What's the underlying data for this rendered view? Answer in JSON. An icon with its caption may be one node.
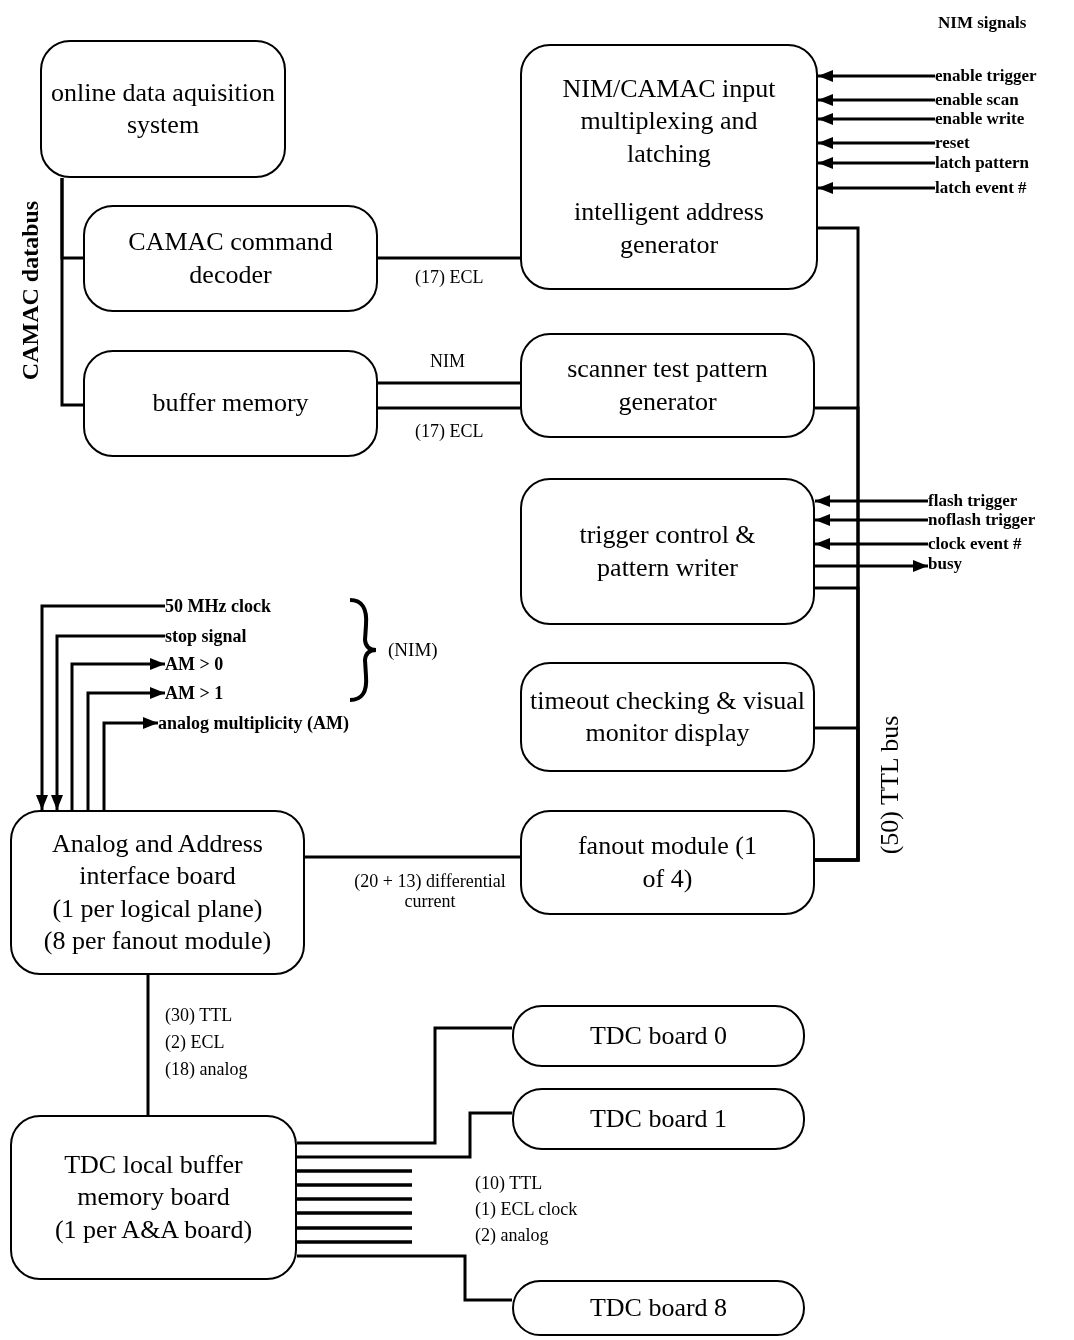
{
  "diagram": {
    "nodes": [
      {
        "text": [
          "online data aquisition system"
        ]
      },
      {
        "text": [
          "CAMAC command decoder"
        ]
      },
      {
        "text": [
          "buffer memory"
        ]
      },
      {
        "text": [
          "NIM/CAMAC input multiplexing and latching",
          "intelligent address generator"
        ]
      },
      {
        "text": [
          "scanner test pattern generator"
        ]
      },
      {
        "text": [
          "trigger control & pattern writer"
        ]
      },
      {
        "text": [
          "timeout checking & visual monitor display"
        ]
      },
      {
        "text": [
          "fanout module (1 of 4)"
        ]
      },
      {
        "text": [
          "Analog and Address interface board",
          "(1 per logical plane)",
          "(8 per fanout module)"
        ]
      },
      {
        "text": [
          "TDC local buffer memory board",
          "(1 per A&A board)"
        ]
      },
      {
        "text": [
          "TDC board 0"
        ]
      },
      {
        "text": [
          "TDC board 1"
        ]
      },
      {
        "text": [
          "TDC board 8"
        ]
      },
      {
        "text": [
          "enable trigger"
        ]
      },
      {
        "text": [
          "enable scan"
        ]
      },
      {
        "text": [
          "enable write"
        ]
      },
      {
        "text": [
          "reset"
        ]
      },
      {
        "text": [
          "latch pattern"
        ]
      },
      {
        "text": [
          "latch event #"
        ]
      },
      {
        "text": [
          "flash trigger"
        ]
      },
      {
        "text": [
          "noflash trigger"
        ]
      },
      {
        "text": [
          "clock event #"
        ]
      },
      {
        "text": [
          "busy"
        ]
      },
      {
        "text": [
          "50 MHz clock"
        ]
      },
      {
        "text": [
          "stop signal"
        ]
      },
      {
        "text": [
          "AM > 0"
        ]
      },
      {
        "text": [
          "AM > 1"
        ]
      },
      {
        "text": [
          "analog multiplicity (AM)"
        ]
      }
    ],
    "edges": [
      {
        "from": 0,
        "to": 1,
        "arrow": "none"
      },
      {
        "from": 0,
        "to": 2,
        "arrow": "none"
      },
      {
        "from": 1,
        "to": 3,
        "arrow": "none",
        "label": "(17) ECL"
      },
      {
        "from": 2,
        "to": 4,
        "arrow": "none",
        "label": "NIM"
      },
      {
        "from": 2,
        "to": 4,
        "arrow": "none",
        "label": "(17) ECL"
      },
      {
        "from": 3,
        "to": 7,
        "arrow": "none"
      },
      {
        "from": 4,
        "to": 7,
        "arrow": "none"
      },
      {
        "from": 5,
        "to": 7,
        "arrow": "none"
      },
      {
        "from": 6,
        "to": 7,
        "arrow": "none"
      },
      {
        "from": 13,
        "to": 3,
        "arrow": "to"
      },
      {
        "from": 14,
        "to": 3,
        "arrow": "to"
      },
      {
        "from": 15,
        "to": 3,
        "arrow": "to"
      },
      {
        "from": 16,
        "to": 3,
        "arrow": "to"
      },
      {
        "from": 17,
        "to": 3,
        "arrow": "to"
      },
      {
        "from": 18,
        "to": 3,
        "arrow": "to"
      },
      {
        "from": 19,
        "to": 5,
        "arrow": "to"
      },
      {
        "from": 20,
        "to": 5,
        "arrow": "to"
      },
      {
        "from": 21,
        "to": 5,
        "arrow": "to"
      },
      {
        "from": 5,
        "to": 22,
        "arrow": "to"
      },
      {
        "from": 23,
        "to": 8,
        "arrow": "to"
      },
      {
        "from": 24,
        "to": 8,
        "arrow": "to"
      },
      {
        "from": 8,
        "to": 25,
        "arrow": "to"
      },
      {
        "from": 8,
        "to": 26,
        "arrow": "to"
      },
      {
        "from": 8,
        "to": 27,
        "arrow": "to"
      },
      {
        "from": 7,
        "to": 8,
        "arrow": "none",
        "label": "(20 + 13) differential current"
      },
      {
        "from": 8,
        "to": 9,
        "arrow": "none"
      },
      {
        "from": 9,
        "to": 10,
        "arrow": "none"
      },
      {
        "from": 9,
        "to": 11,
        "arrow": "none"
      },
      {
        "from": 9,
        "to": 12,
        "arrow": "none"
      }
    ],
    "labels": [
      "NIM signals",
      "CAMAC databus",
      "(NIM)",
      "(50) TTL bus",
      "(30) TTL",
      "(2) ECL",
      "(18) analog",
      "(10) TTL",
      "(1) ECL clock",
      "(2) analog"
    ]
  }
}
